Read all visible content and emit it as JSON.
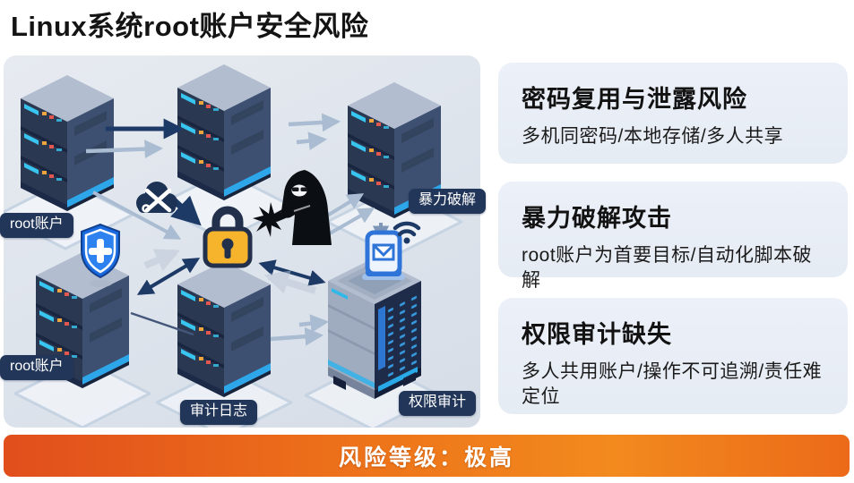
{
  "page": {
    "title": "Linux系统root账户安全风险"
  },
  "diagram": {
    "labels": {
      "root_top": "root账户",
      "root_bottom": "root账户",
      "brute_force": "暴力破解",
      "audit_log": "审计日志",
      "permission_audit": "权限审计"
    },
    "icons": [
      "server-stack-icon",
      "shield-plus-icon",
      "blocked-credentials-cloud-icon",
      "padlock-icon",
      "hacker-icon",
      "remote-access-wifi-icon",
      "server-tower-icon",
      "flow-arrow-icon"
    ]
  },
  "risks": [
    {
      "title": "密码复用与泄露风险",
      "desc": "多机同密码/本地存储/多人共享"
    },
    {
      "title": "暴力破解攻击",
      "desc": "root账户为首要目标/自动化脚本破解"
    },
    {
      "title": "权限审计缺失",
      "desc": "多人共用账户/操作不可追溯/责任难定位"
    }
  ],
  "banner": {
    "text": "风险等级：极高"
  },
  "colors": {
    "badge_bg": "#22365a",
    "banner_start": "#e14e1c",
    "banner_end": "#f28a1e",
    "lock_gold": "#f6b42d",
    "shield_blue": "#2e82f0",
    "navy_arrow": "#1d3a66",
    "light_arrow": "#a9bcd2",
    "accent_cyan": "#38c6f0",
    "card_bg": "#e9eef5"
  }
}
